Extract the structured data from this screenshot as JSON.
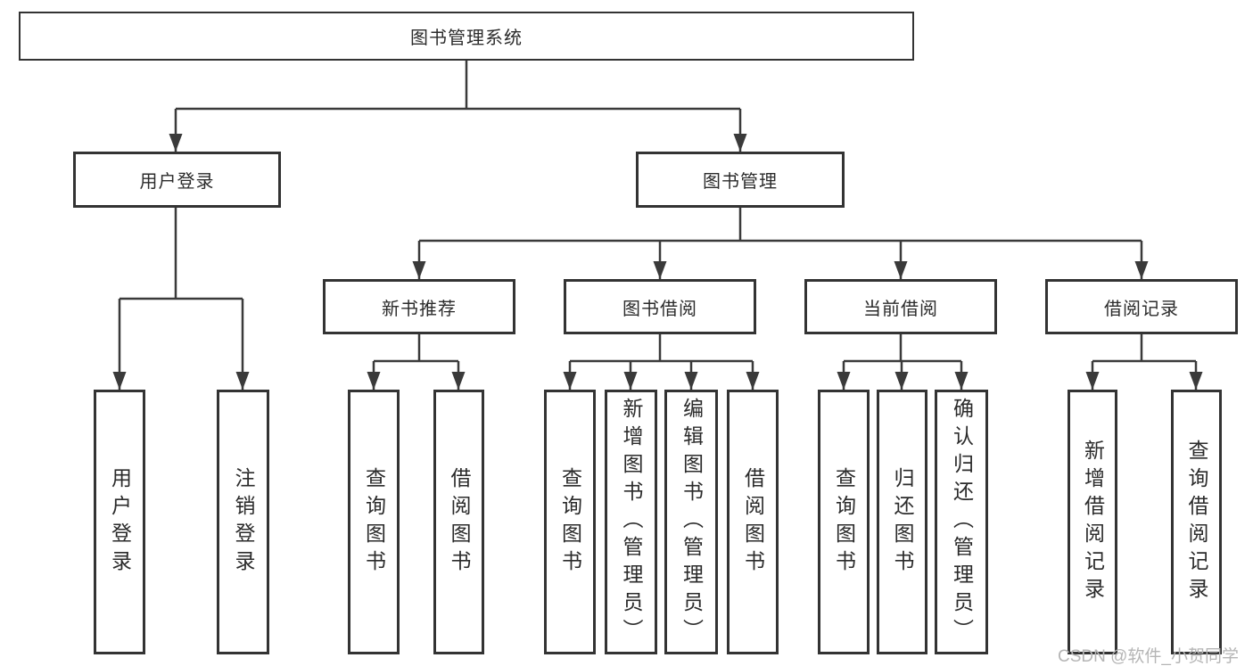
{
  "diagram": {
    "type": "hierarchy-org-chart",
    "tree": {
      "root": {
        "label": "图书管理系统"
      },
      "branches": [
        {
          "label": "用户登录",
          "children": [
            {
              "label": "用户登录"
            },
            {
              "label": "注销登录"
            }
          ]
        },
        {
          "label": "图书管理",
          "children": [
            {
              "label": "新书推荐",
              "children": [
                {
                  "label": "查询图书"
                },
                {
                  "label": "借阅图书"
                }
              ]
            },
            {
              "label": "图书借阅",
              "children": [
                {
                  "label": "查询图书"
                },
                {
                  "label": "新增图书（管理员）"
                },
                {
                  "label": "编辑图书（管理员）"
                },
                {
                  "label": "借阅图书"
                }
              ]
            },
            {
              "label": "当前借阅",
              "children": [
                {
                  "label": "查询图书"
                },
                {
                  "label": "归还图书"
                },
                {
                  "label": "确认归还（管理员）"
                }
              ]
            },
            {
              "label": "借阅记录",
              "children": [
                {
                  "label": "新增借阅记录"
                },
                {
                  "label": "查询借阅记录"
                }
              ]
            }
          ]
        }
      ]
    },
    "colors": {
      "line": "#3a3a3a",
      "box_border": "#333333",
      "text": "#2b2b2b",
      "watermark": "#b5b5b5",
      "background": "#ffffff"
    }
  },
  "watermark": {
    "text": "CSDN @软件_小贺同学"
  }
}
